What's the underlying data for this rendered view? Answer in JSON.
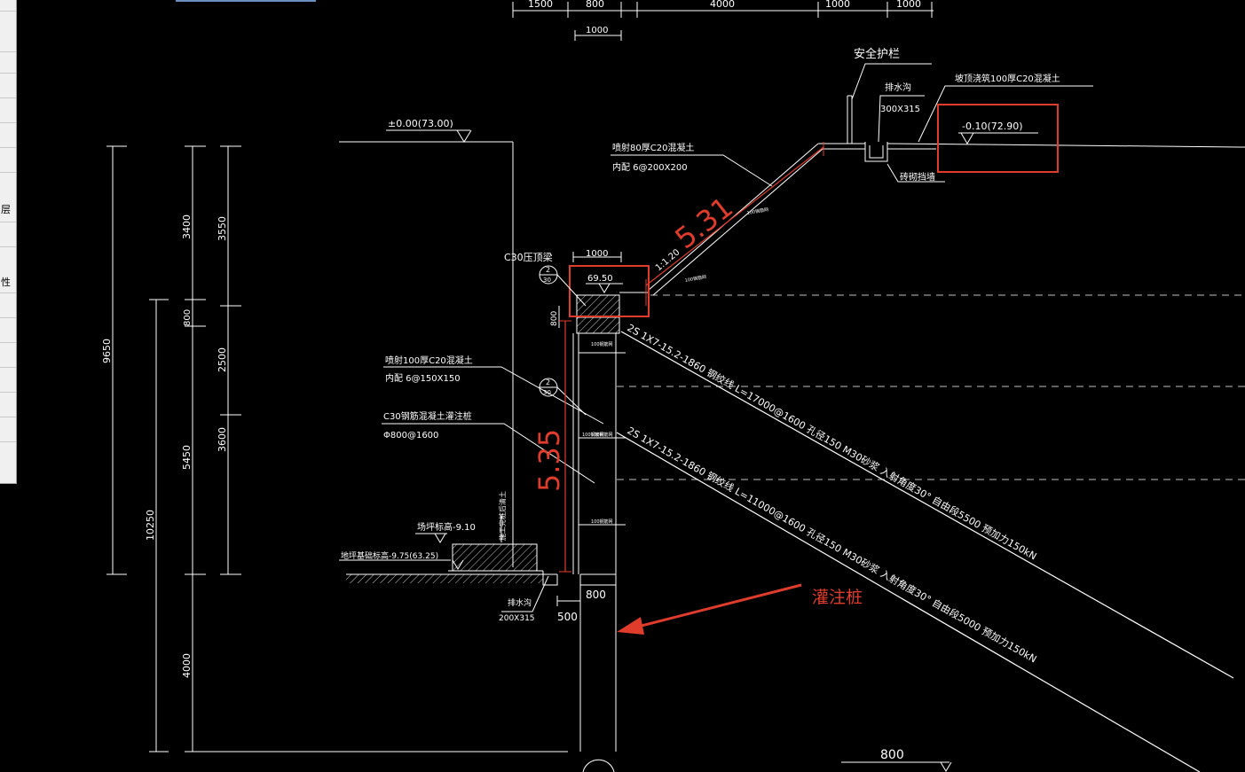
{
  "panel": {
    "labels": [
      "层",
      "性"
    ]
  },
  "drawing": {
    "top_dims": [
      "1500",
      "800",
      "4000",
      "1000",
      "1000"
    ],
    "top_dim_sub": "1000",
    "dims_left_outer": "9650",
    "dims_left_mid2": "10250",
    "dims_col_a": [
      "3400",
      "800",
      "5450",
      "4000"
    ],
    "dims_col_b": [
      "3550",
      "2500",
      "3600"
    ],
    "elev_top": "±0.00(73.00)",
    "elev_right": "-0.10(72.90)",
    "elev_cap": "69.50",
    "elev_grade": "场坪标高-9.10",
    "elev_base": "地坪基础标高-9.75(63.25)",
    "safety_rail": "安全护栏",
    "drain_ditch": "排水沟",
    "drain_size": "300X315",
    "slope_cover": "坡顶浇筑100厚C20混凝土",
    "brick_retain": "砖砌挡墙",
    "shotcrete_80": "喷射80厚C20混凝土",
    "mesh_80": "内配  6@200X200",
    "slope_ratio": "1:1.20",
    "cap_beam": "C30压顶梁",
    "cap_width": "1000",
    "cap_height": "800",
    "shotcrete_100": "喷射100厚C20混凝土",
    "mesh_100": "内配  6@150X150",
    "pile_label": "C30钢筋混凝土灌注桩",
    "pile_spec": "Φ800@1600",
    "anchor_1": "2S 1X7-15.2-1860 钢绞线 L=17000@1600  孔径150   M30砂浆  入射角度30°  自由段5500  预加力150kN",
    "anchor_2": "2S 1X7-15.2-1860 钢绞线 L=11000@1600  孔径150   M30砂浆  入射角度30°  自由段5000  预加力150kN",
    "drain_base": "排水沟",
    "drain_base_size": "200X315",
    "pile_width": "800",
    "pile_offset": "500",
    "bottom_dim": "800",
    "vert_note": "施工完桩后清土",
    "tag_num": "2",
    "tag_den": "30",
    "measure_slope": "5.31",
    "measure_pile": "5.35",
    "annotation_pile": "灌注桩",
    "wall_tags": [
      "100钢筋网",
      "100钢筋网",
      "100钢筋网",
      "100钢筋网"
    ],
    "slope_tags": [
      "100钢筋网",
      "100钢筋网"
    ]
  },
  "colors": {
    "background": "#000000",
    "line": "#ffffff",
    "highlight": "#e03c2c"
  }
}
